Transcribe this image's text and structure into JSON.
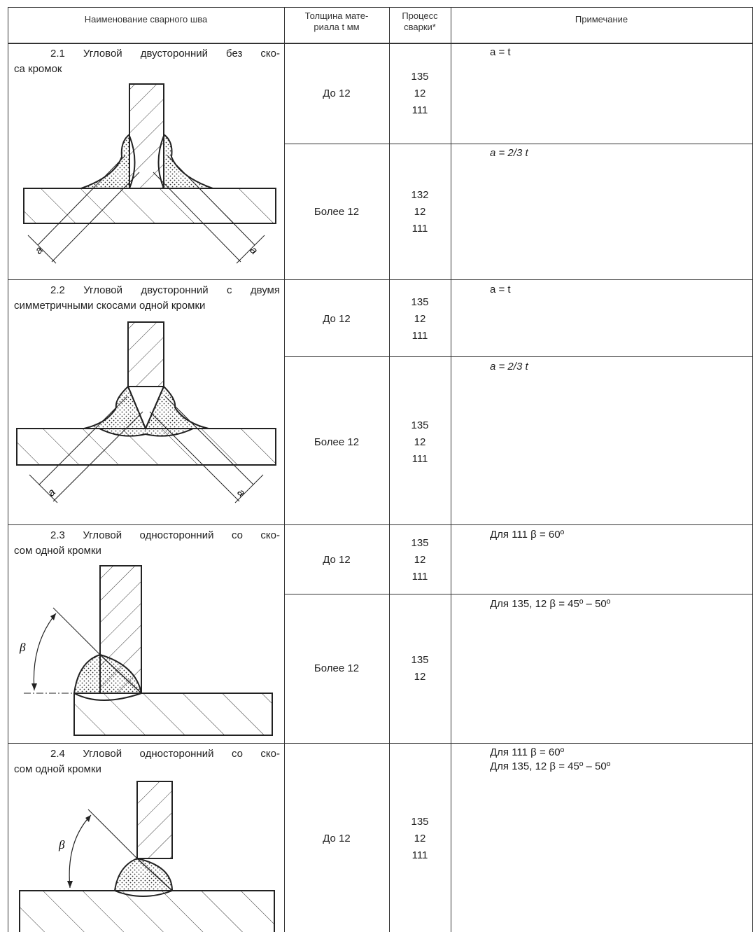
{
  "header": {
    "col1": "Наименование сварного шва",
    "col2_line1": "Толщина мате-",
    "col2_line2": "риала t мм",
    "col3_line1": "Процесс",
    "col3_line2": "сварки*",
    "col4": "Примечание"
  },
  "sections": [
    {
      "desc_line1": "2.1 Угловой двусторонний без ско-",
      "desc_line2": "са кромок",
      "rows": [
        {
          "thickness": "До 12",
          "process": [
            "135",
            "12",
            "111"
          ],
          "note": "a = t"
        },
        {
          "thickness": "Более 12",
          "process": [
            "132",
            "12",
            "111"
          ],
          "note": "a = 2/3 t"
        }
      ]
    },
    {
      "desc_line1": "2.2 Угловой двусторонний с двумя",
      "desc_line2": "симметричными скосами одной кромки",
      "rows": [
        {
          "thickness": "До 12",
          "process": [
            "135",
            "12",
            "111"
          ],
          "note": "a = t"
        },
        {
          "thickness": "Более 12",
          "process": [
            "135",
            "12",
            "111"
          ],
          "note": "a = 2/3 t"
        }
      ]
    },
    {
      "desc_line1": "2.3 Угловой односторонний со ско-",
      "desc_line2": "сом одной кромки",
      "rows": [
        {
          "thickness": "До 12",
          "process": [
            "135",
            "12",
            "111"
          ],
          "note": "Для 111 β = 60º"
        },
        {
          "thickness": "Более 12",
          "process": [
            "135",
            "12"
          ],
          "note": "Для 135, 12 β = 45º – 50º"
        }
      ]
    },
    {
      "desc_line1": "2.4 Угловой односторонний со ско-",
      "desc_line2": "сом одной кромки",
      "rows": [
        {
          "thickness": "До 12",
          "process": [
            "135",
            "12",
            "111"
          ],
          "note": "Для 111 β = 60º",
          "note2": "Для 135, 12 β = 45º – 50º"
        }
      ]
    }
  ],
  "figure_labels": {
    "a": "a",
    "beta": "β"
  }
}
